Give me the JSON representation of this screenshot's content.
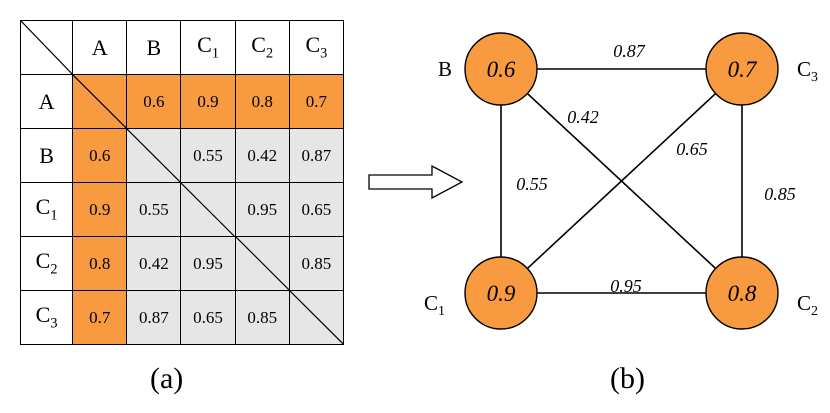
{
  "matrix": {
    "headers": [
      "A",
      "B",
      "C1",
      "C2",
      "C3"
    ],
    "rows": [
      {
        "label": "A",
        "cells": [
          "",
          "0.6",
          "0.9",
          "0.8",
          "0.7"
        ]
      },
      {
        "label": "B",
        "cells": [
          "0.6",
          "",
          "0.55",
          "0.42",
          "0.87"
        ]
      },
      {
        "label": "C1",
        "cells": [
          "0.9",
          "0.55",
          "",
          "0.95",
          "0.65"
        ]
      },
      {
        "label": "C2",
        "cells": [
          "0.8",
          "0.42",
          "0.95",
          "",
          "0.85"
        ]
      },
      {
        "label": "C3",
        "cells": [
          "0.7",
          "0.87",
          "0.65",
          "0.85",
          ""
        ]
      }
    ]
  },
  "graph": {
    "nodes": [
      {
        "id": "B",
        "name": "B",
        "value": "0.6"
      },
      {
        "id": "C3",
        "name": "C3",
        "value": "0.7"
      },
      {
        "id": "C1",
        "name": "C1",
        "value": "0.9"
      },
      {
        "id": "C2",
        "name": "C2",
        "value": "0.8"
      }
    ],
    "edges": [
      {
        "from": "B",
        "to": "C3",
        "weight": "0.87"
      },
      {
        "from": "B",
        "to": "C2",
        "weight": "0.42"
      },
      {
        "from": "C1",
        "to": "C3",
        "weight": "0.65"
      },
      {
        "from": "B",
        "to": "C1",
        "weight": "0.55"
      },
      {
        "from": "C3",
        "to": "C2",
        "weight": "0.85"
      },
      {
        "from": "C1",
        "to": "C2",
        "weight": "0.95"
      }
    ]
  },
  "captions": {
    "a": "(a)",
    "b": "(b)"
  },
  "colors": {
    "node_fill": "#f79a40",
    "highlight": "#f79a40",
    "cell_fill": "#e6e6e6"
  }
}
